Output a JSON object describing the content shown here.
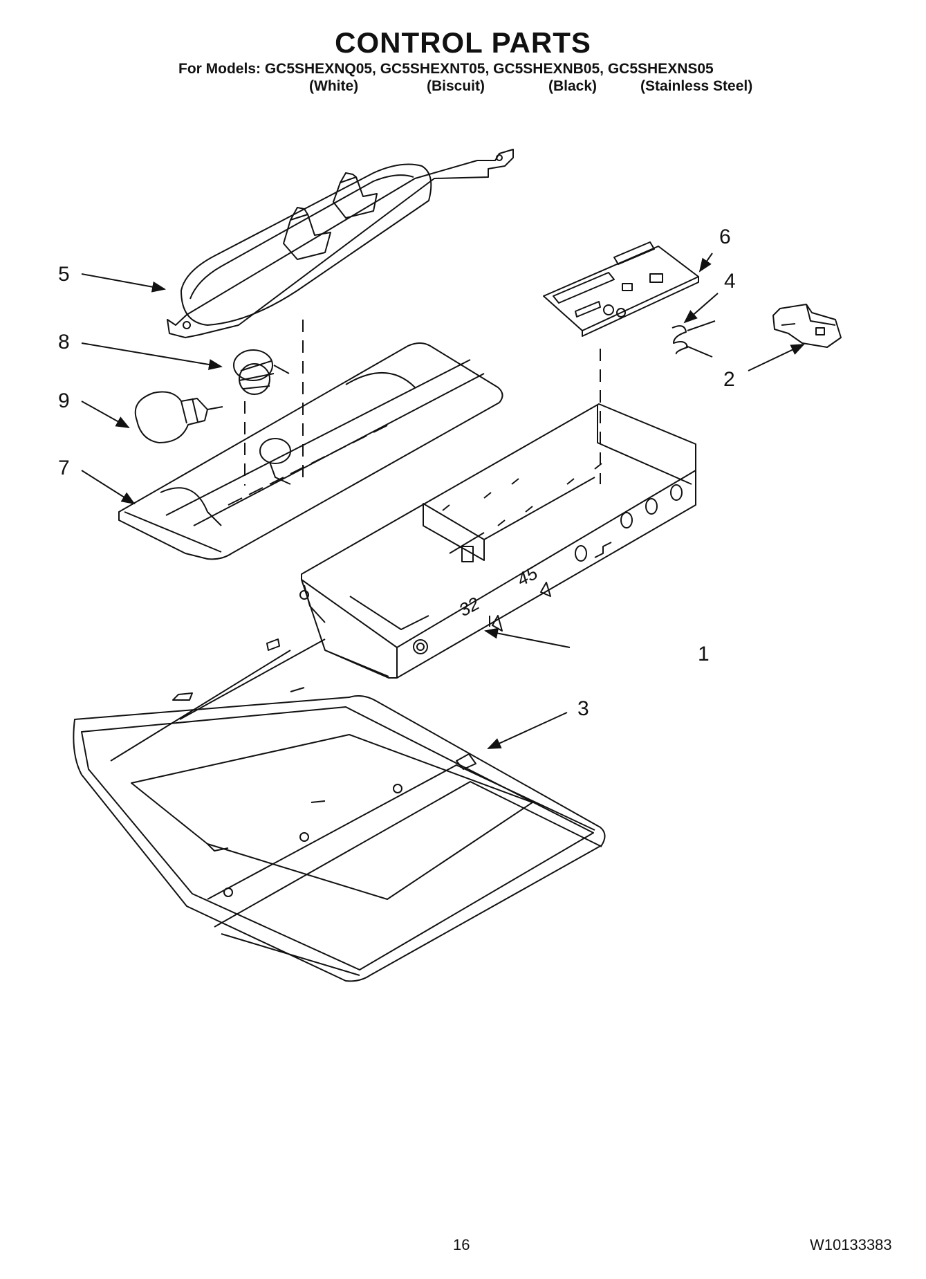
{
  "header": {
    "title": "CONTROL PARTS",
    "models_line": "For Models: GC5SHEXNQ05, GC5SHEXNT05, GC5SHEXNB05, GC5SHEXNS05",
    "variants": [
      "(White)",
      "(Biscuit)",
      "(Black)",
      "(Stainless Steel)"
    ]
  },
  "callouts": [
    "1",
    "2",
    "3",
    "4",
    "5",
    "6",
    "7",
    "8",
    "9"
  ],
  "panel_display": {
    "left_readout": "32",
    "right_readout": "45"
  },
  "footer": {
    "page_number": "16",
    "doc_number": "W10133383"
  }
}
